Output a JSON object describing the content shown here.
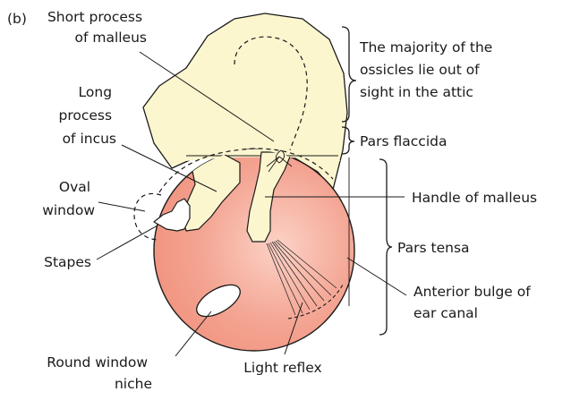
{
  "figure_tag": "(b)",
  "labels": {
    "short_process": [
      "Short process",
      "of malleus"
    ],
    "long_process": [
      "Long",
      "process",
      "of incus"
    ],
    "oval_window": [
      "Oval",
      "window"
    ],
    "stapes": "Stapes",
    "round_window": [
      "Round window",
      "niche"
    ],
    "light_reflex": "Light reflex",
    "ossicles_attic": [
      "The majority of the",
      "ossicles lie out of",
      "sight in the attic"
    ],
    "pars_flaccida": "Pars flaccida",
    "handle_malleus": "Handle of malleus",
    "pars_tensa": "Pars tensa",
    "anterior_bulge": [
      "Anterior bulge of",
      "ear canal"
    ]
  },
  "colors": {
    "drum": "#f0907c",
    "drum_light": "#fbd2c6",
    "ossicle": "#fcf6cf",
    "outline": "#1a1a1a"
  }
}
